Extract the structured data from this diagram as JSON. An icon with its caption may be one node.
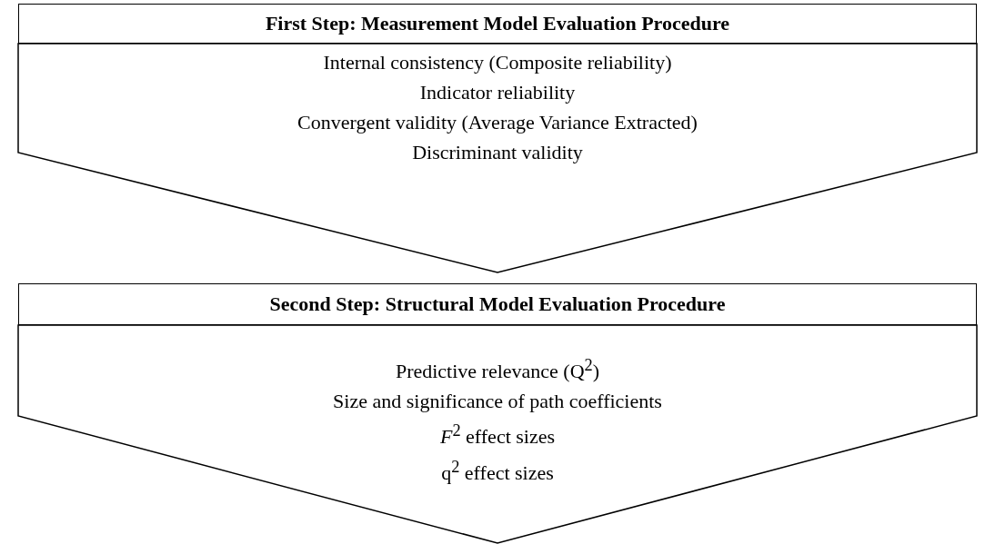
{
  "diagram": {
    "nodes": [
      {
        "text": [
          "First Step: Measurement Model Evaluation Procedure"
        ]
      },
      {
        "text": [
          "Internal consistency (Composite reliability)",
          "Indicator reliability",
          "Convergent validity (Average Variance Extracted)",
          "Discriminant validity"
        ]
      },
      {
        "text": [
          "Second Step: Structural Model Evaluation Procedure"
        ]
      },
      {
        "text": [
          "Predictive relevance (Q$^{2}$)",
          "Size and significance of path coefficients",
          "*F*$^{2}$ effect sizes",
          "q$^{2}$ effect sizes"
        ]
      }
    ]
  }
}
